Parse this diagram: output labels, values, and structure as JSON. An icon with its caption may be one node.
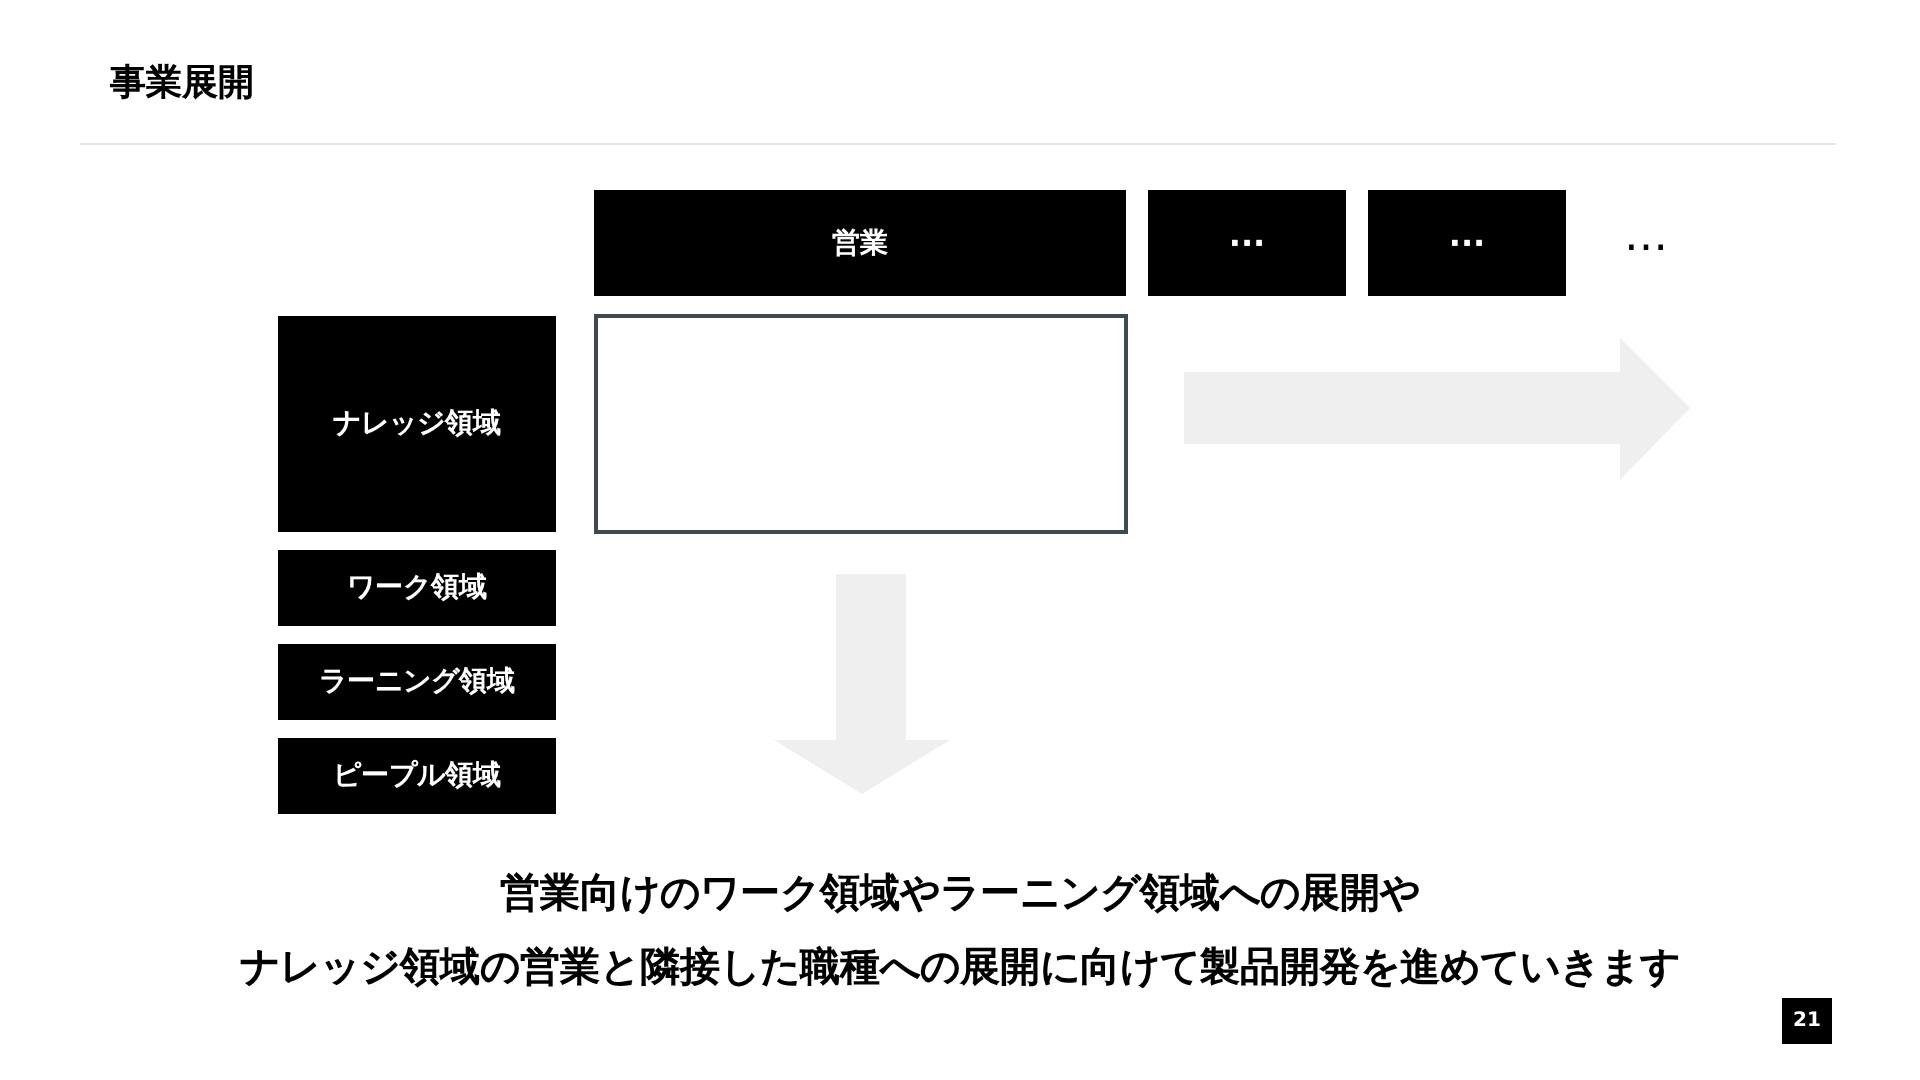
{
  "diagram": {
    "title": "事業展開",
    "nodes": [
      {
        "text": [
          "営業"
        ]
      },
      {
        "text": [
          "···"
        ]
      },
      {
        "text": [
          "···"
        ]
      },
      {
        "text": [
          "ナレッジ領域"
        ]
      },
      {
        "text": [
          "ワーク領域"
        ]
      },
      {
        "text": [
          "ラーニング領域"
        ]
      },
      {
        "text": [
          "ピープル領域"
        ]
      },
      {
        "text": [],
        "shape": "box"
      },
      {
        "text": [
          "21"
        ]
      }
    ],
    "labels": [
      "…",
      "営業向けのワーク領域やラーニング領域への展開や",
      "ナレッジ領域の営業と隣接した職種への展開に向けて製品開発を進めていきます"
    ]
  }
}
